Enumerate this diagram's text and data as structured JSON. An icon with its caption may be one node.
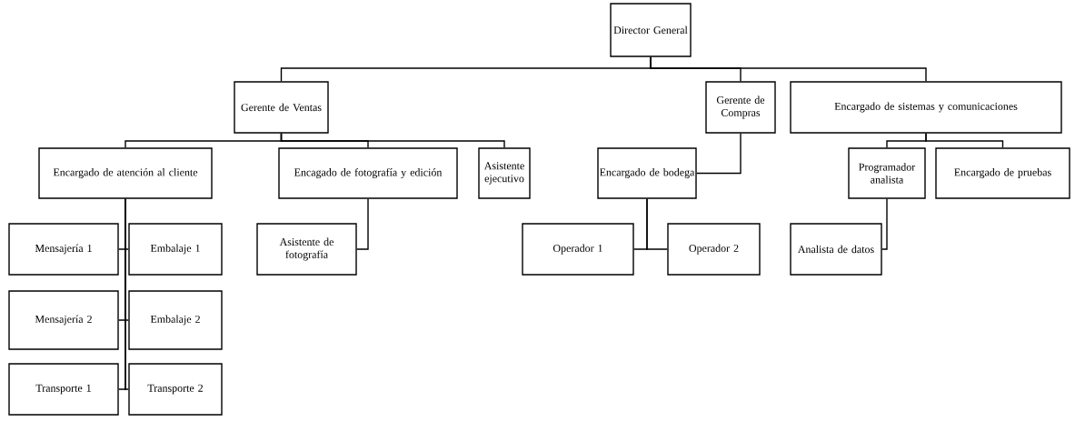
{
  "diagram": {
    "nodes": [
      {
        "text": [
          "Director General"
        ]
      },
      {
        "text": [
          "Gerente de Ventas"
        ]
      },
      {
        "text": [
          "Gerente de Compras"
        ]
      },
      {
        "text": [
          "Encargado de sistemas y comunicaciones"
        ]
      },
      {
        "text": [
          "Encargado de atención al cliente"
        ]
      },
      {
        "text": [
          "Encagado de fotografía y edición"
        ]
      },
      {
        "text": [
          "Asistente ejecutivo"
        ]
      },
      {
        "text": [
          "Encargado de bodega"
        ]
      },
      {
        "text": [
          "Programador analista"
        ]
      },
      {
        "text": [
          "Encargado de pruebas"
        ]
      },
      {
        "text": [
          "Mensajería 1"
        ]
      },
      {
        "text": [
          "Embalaje 1"
        ]
      },
      {
        "text": [
          "Asistente de fotografía"
        ]
      },
      {
        "text": [
          "Operador 1"
        ]
      },
      {
        "text": [
          "Operador 2"
        ]
      },
      {
        "text": [
          "Analista de datos"
        ]
      },
      {
        "text": [
          "Mensajería 2"
        ]
      },
      {
        "text": [
          "Embalaje 2"
        ]
      },
      {
        "text": [
          "Transporte 1"
        ]
      },
      {
        "text": [
          "Transporte 2"
        ]
      }
    ],
    "edges": [
      {
        "from": 0,
        "to": 1,
        "arrow": "none"
      },
      {
        "from": 0,
        "to": 2,
        "arrow": "none"
      },
      {
        "from": 0,
        "to": 3,
        "arrow": "none"
      },
      {
        "from": 1,
        "to": 4,
        "arrow": "none"
      },
      {
        "from": 1,
        "to": 5,
        "arrow": "none"
      },
      {
        "from": 1,
        "to": 6,
        "arrow": "none"
      },
      {
        "from": 2,
        "to": 7,
        "arrow": "none"
      },
      {
        "from": 3,
        "to": 8,
        "arrow": "none"
      },
      {
        "from": 3,
        "to": 9,
        "arrow": "none"
      },
      {
        "from": 4,
        "to": 10,
        "arrow": "none"
      },
      {
        "from": 4,
        "to": 11,
        "arrow": "none"
      },
      {
        "from": 4,
        "to": 16,
        "arrow": "none"
      },
      {
        "from": 4,
        "to": 17,
        "arrow": "none"
      },
      {
        "from": 4,
        "to": 18,
        "arrow": "none"
      },
      {
        "from": 4,
        "to": 19,
        "arrow": "none"
      },
      {
        "from": 5,
        "to": 12,
        "arrow": "none"
      },
      {
        "from": 7,
        "to": 13,
        "arrow": "none"
      },
      {
        "from": 7,
        "to": 14,
        "arrow": "none"
      },
      {
        "from": 8,
        "to": 15,
        "arrow": "none"
      }
    ]
  }
}
